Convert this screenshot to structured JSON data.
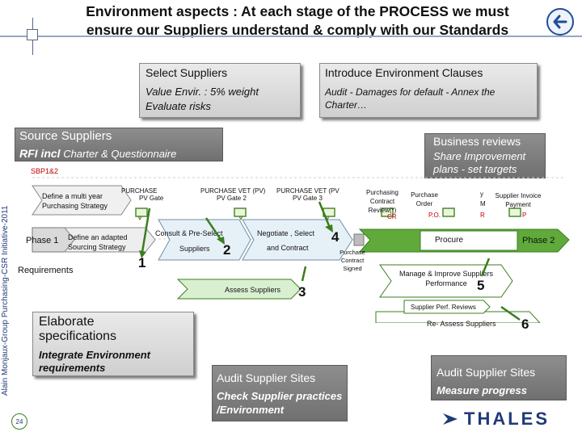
{
  "title": {
    "line1": "Environment aspects : At each stage of the PROCESS we must",
    "line2": "ensure our Suppliers understand & comply with our Standards"
  },
  "side_text": "Alain Monjaux-Group Purchasing-CSR Initiative-2011",
  "page_number": "24",
  "logo": "THALES",
  "panels": {
    "select_suppliers": {
      "heading": "Select Suppliers",
      "body": "Value Envir. : 5% weight Evaluate risks"
    },
    "introduce_clauses": {
      "heading": "Introduce Environment Clauses",
      "body": "Audit - Damages for default - Annex the Charter…"
    },
    "source_suppliers": {
      "heading": "Source Suppliers",
      "body_bold": "RFI incl",
      "body": "Charter & Questionnaire"
    },
    "business_reviews": {
      "heading": "Business reviews",
      "body": "Share Improvement plans - set targets"
    },
    "elaborate_specs": {
      "heading": "Elaborate specifications",
      "body": "Integrate Environment requirements"
    },
    "audit_sites_1": {
      "heading": "Audit Supplier Sites",
      "body": "Check Supplier practices /Environment"
    },
    "audit_sites_2": {
      "heading": "Audit Supplier Sites",
      "body": "Measure progress"
    }
  },
  "diagram": {
    "sbp": "SBP1&2",
    "multi_year": "Define a multi year Purchasing Strategy",
    "pv_gate1_a": "PURCHASE",
    "pv_gate1_b": "PV Gate",
    "pv_gate2_a": "PURCHASE VET (PV)",
    "pv_gate2_b": "PV Gate 2",
    "pv_gate3_a": "PURCHASE VET (PV",
    "pv_gate3_b": "PV Gate 3",
    "phase1": "Phase 1",
    "adapted_strategy": "Define an adapted Sourcing Strategy",
    "consult": "Consult & Pre-Select",
    "suppliers": "Suppliers",
    "negotiate": "Negotiate , Select",
    "and_contract": "and Contract",
    "requirements": "Requirements",
    "assess": "Assess Suppliers",
    "purchasing_contract": "Purchasing Contract Review(*)",
    "cr": "CR",
    "purchase_order": "Purchase Order",
    "po": "P.O.",
    "supplier_invoice": "Supplier Invoice Payment",
    "purchase_contract_signed": "Purchase Contract Signed",
    "procure": "Procure",
    "phase2": "Phase 2",
    "manage_improve": "Manage & Improve Suppliers Performance",
    "supplier_perf": "Supplier Perf. Reviews",
    "re_assess": "Re- Assess Suppliers",
    "numbers": [
      "1",
      "2",
      "3",
      "4",
      "5",
      "6"
    ],
    "y_fragment": "y",
    "m_fragment": "M",
    "r_fragment": "R",
    "p_fragment": "P"
  }
}
